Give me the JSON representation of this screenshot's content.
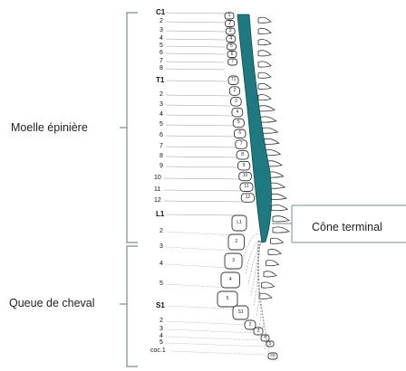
{
  "regions": {
    "spinal_cord": "Moelle épinière",
    "cauda_equina": "Queue de cheval",
    "conus": "Cône terminal"
  },
  "colors": {
    "cord": "#1e7a80",
    "bracket": "#7a8a99",
    "outline": "#333333"
  },
  "levels": [
    "C1",
    "2",
    "3",
    "4",
    "5",
    "6",
    "7",
    "8",
    "T1",
    "2",
    "3",
    "4",
    "5",
    "6",
    "7",
    "8",
    "9",
    "10",
    "11",
    "12",
    "L1",
    "2",
    "3",
    "4",
    "5",
    "S1",
    "2",
    "3",
    "4",
    "5",
    "coc.1"
  ],
  "vertebrae": [
    "1",
    "2",
    "3",
    "4",
    "5",
    "6",
    "7",
    "T1",
    "2",
    "3",
    "4",
    "5",
    "6",
    "7",
    "8",
    "9",
    "10",
    "11",
    "12",
    "L1",
    "2",
    "3",
    "4",
    "5",
    "S1",
    "2",
    "3",
    "4",
    "5",
    "co"
  ]
}
